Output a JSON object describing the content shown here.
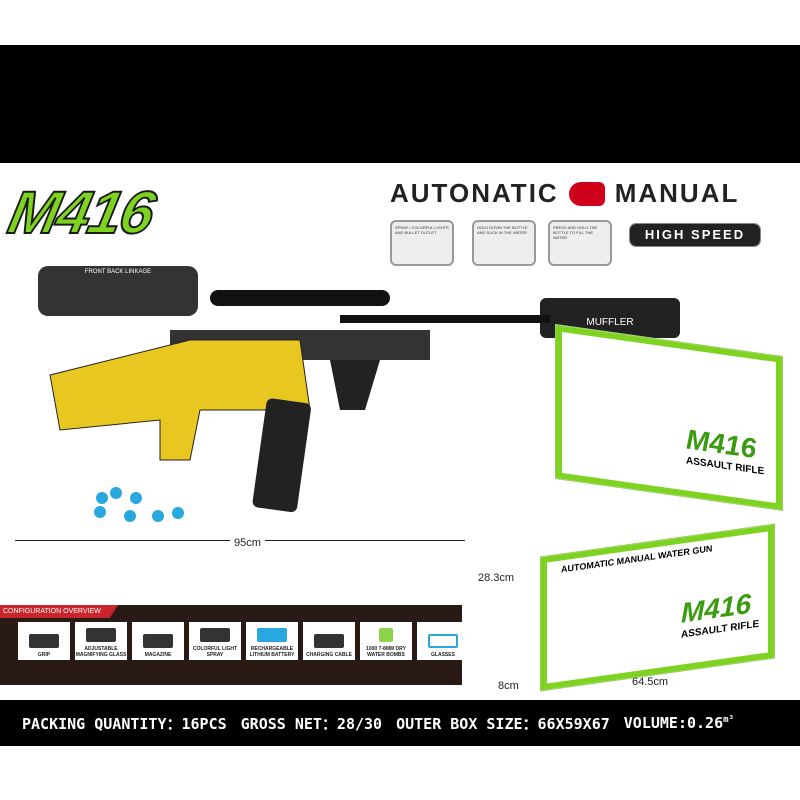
{
  "logo": "M416",
  "modes": {
    "left": "AUTONATIC",
    "right": "MANUAL",
    "badge": "HIGH SPEED"
  },
  "feature_thumbs": [
    {
      "caption": "SPRAY / COLORFUL LIGHTS AND BULLET OUTLET"
    },
    {
      "caption": "HOLD DOWN THE BOTTLE AND SUCK IN THE WATER"
    },
    {
      "caption": "PRESS AND HOLD THE BOTTLE TO FILL THE WATER"
    }
  ],
  "linkage_label": "FRONT BACK LINKAGE",
  "muffler_label": "MUFFLER",
  "length_label": "95cm",
  "config": {
    "title": "CONFIGURATION OVERVIEW",
    "items": [
      "GRIP",
      "ADJUSTABLE MAGNIFYING GLASS",
      "MAGAZINE",
      "COLORFUL LIGHT SPRAY",
      "RECHARGEABLE LITHIUM BATTERY",
      "CHARGING CABLE",
      "1000 7-8MM DRY WATER BOMBS",
      "GLASSES"
    ]
  },
  "box": {
    "title": "M416",
    "subtitle": "ASSAULT RIFLE",
    "front_label": "AUTOMATIC MANUAL WATER GUN",
    "height": "28.3cm",
    "width": "64.5cm",
    "depth": "8cm"
  },
  "footer": {
    "packing": "PACKING QUANTITY：16PCS",
    "gross": "GROSS NET：28/30",
    "outer": "OUTER BOX SIZE：66X59X67",
    "volume": "VOLUME:0.26",
    "unit": "m³"
  }
}
